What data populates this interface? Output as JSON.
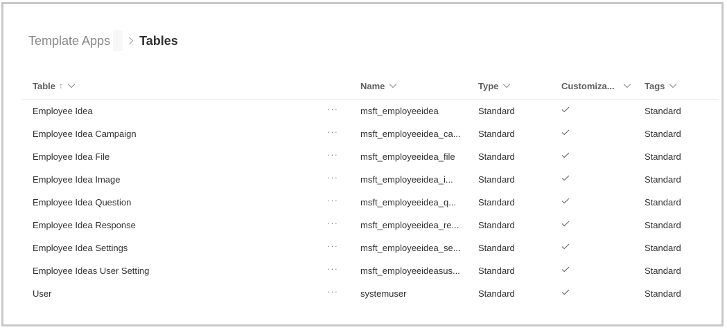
{
  "breadcrumb": {
    "parent": "Template Apps",
    "separator": ">",
    "current": "Tables"
  },
  "table": {
    "columns": {
      "table": "Table",
      "name": "Name",
      "type": "Type",
      "customizable": "Customiza...",
      "tags": "Tags"
    },
    "sort_indicator": "↑",
    "more_icon": "···",
    "check_icon": "✓",
    "rows": [
      {
        "table": "Employee Idea",
        "name": "msft_employeeidea",
        "type": "Standard",
        "customizable": true,
        "tags": "Standard"
      },
      {
        "table": "Employee Idea Campaign",
        "name": "msft_employeeidea_ca...",
        "type": "Standard",
        "customizable": true,
        "tags": "Standard"
      },
      {
        "table": "Employee Idea File",
        "name": "msft_employeeidea_file",
        "type": "Standard",
        "customizable": true,
        "tags": "Standard"
      },
      {
        "table": "Employee Idea Image",
        "name": "msft_employeeidea_i...",
        "type": "Standard",
        "customizable": true,
        "tags": "Standard"
      },
      {
        "table": "Employee Idea Question",
        "name": "msft_employeeidea_q...",
        "type": "Standard",
        "customizable": true,
        "tags": "Standard"
      },
      {
        "table": "Employee Idea Response",
        "name": "msft_employeeidea_re...",
        "type": "Standard",
        "customizable": true,
        "tags": "Standard"
      },
      {
        "table": "Employee Idea Settings",
        "name": "msft_employeeidea_se...",
        "type": "Standard",
        "customizable": true,
        "tags": "Standard"
      },
      {
        "table": "Employee Ideas User Setting",
        "name": "msft_employeeideasus...",
        "type": "Standard",
        "customizable": true,
        "tags": "Standard"
      },
      {
        "table": "User",
        "name": "systemuser",
        "type": "Standard",
        "customizable": true,
        "tags": "Standard"
      }
    ]
  },
  "colors": {
    "border": "#c8c8c8",
    "header_text": "#605e5c",
    "body_text": "#323130",
    "muted": "#8a8886",
    "divider": "#edebe9"
  }
}
